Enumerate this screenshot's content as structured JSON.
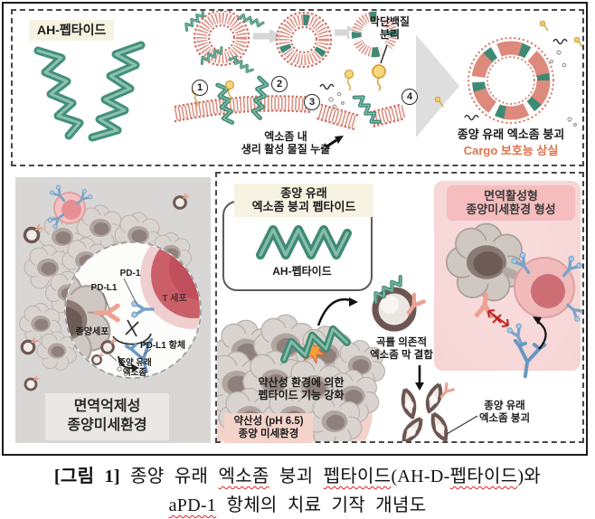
{
  "top_panel": {
    "peptide_label": "AH-펩타이드",
    "steps": [
      "1",
      "2",
      "3",
      "4"
    ],
    "membrane_protein_label": "막단백질\n분리",
    "leakage_label": "엑소좀 내\n생리 활성 물질 누출",
    "result_title": "종양 유래 엑소좀 붕괴",
    "result_subtitle": "Cargo 보호능 상실"
  },
  "left_panel": {
    "pd1_label": "PD-1",
    "pdl1_label": "PD-L1",
    "tcell_label": "T 세포",
    "tumor_cell_label": "종양세포",
    "pdl1_antibody_label": "PD-L1 항체",
    "exosome_label": "종양 유래\n엑소좀",
    "caption": "면역억제성\n종양미세환경"
  },
  "right_panel": {
    "peptide_box_title": "종양 유래\n엑소좀 붕괴 펩타이드",
    "peptide_name": "AH-펩타이드",
    "immune_env_title": "면역활성형\n종양미세환경 형성",
    "binding_label": "곡률 의존적\n엑소좀 막 결합",
    "acidic_function_label": "약산성 환경에 의한\n펩타이드 기능 강화",
    "acidic_env_label": "약산성 (pH 6.5)\n종양 미세환경",
    "disruption_label": "종양 유래\n엑소좀 붕괴"
  },
  "caption": {
    "line1": [
      {
        "text": "[그림 1] "
      },
      {
        "text": "종양 유래 "
      },
      {
        "text": "엑소좀"
      },
      {
        "text": " 붕괴 "
      },
      {
        "text": "펩타이드"
      },
      {
        "text": "(AH-D-"
      },
      {
        "text": "펩타이드"
      },
      {
        "text": ")와"
      }
    ],
    "line2": [
      {
        "text": "aPD-1"
      },
      {
        "text": " 항체의 치료 기작 개념도"
      }
    ]
  },
  "colors": {
    "peptide_green": "#42907b",
    "lipid_pink": "#dd8a7d",
    "accent_orange": "#e0714a",
    "protein_yellow": "#f6d77c",
    "panel_gray": "#d8d7d5",
    "panel_pink": "#f8dcdc",
    "label_cream": "#f6f3e2"
  }
}
